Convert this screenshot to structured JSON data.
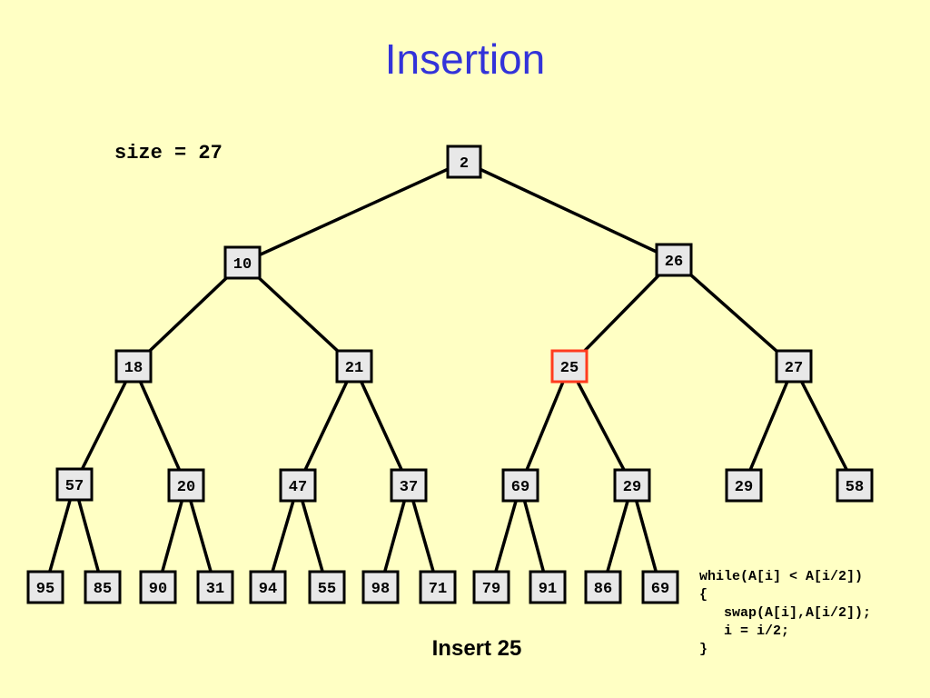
{
  "title": "Insertion",
  "size_label": "size = 27",
  "caption": "Insert 25",
  "highlight_color": "#ff3b1f",
  "code_lines": [
    "while(A[i] < A[i/2])",
    "{",
    "   swap(A[i],A[i/2]);",
    "   i = i/2;",
    "}"
  ],
  "heap": [
    2,
    10,
    26,
    18,
    21,
    25,
    27,
    57,
    20,
    47,
    37,
    69,
    29,
    29,
    58,
    95,
    85,
    90,
    31,
    94,
    55,
    98,
    71,
    79,
    91,
    86,
    69
  ],
  "highlighted_index": 6
}
